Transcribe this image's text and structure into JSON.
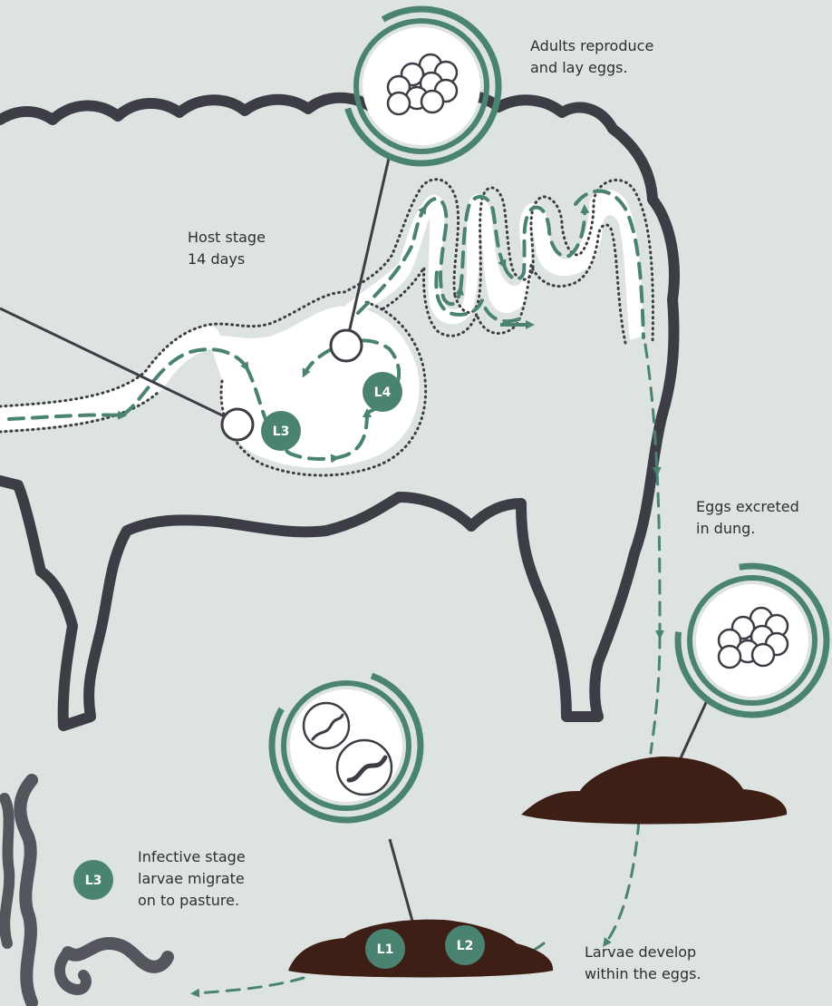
{
  "captions": {
    "adults_reproduce": [
      "Adults reproduce",
      "and lay eggs."
    ],
    "host_stage": [
      "Host stage",
      "14 days"
    ],
    "eggs_excreted": [
      "Eggs excreted",
      "in dung."
    ],
    "infective_stage": [
      "Infective stage",
      "larvae migrate",
      "on to pasture."
    ],
    "larvae_develop": [
      "Larvae develop",
      "within the eggs."
    ]
  },
  "badges": {
    "l3_host": "L3",
    "l4_host": "L4",
    "l1_dung": "L1",
    "l2_dung": "L2",
    "l3_pasture": "L3"
  },
  "colors": {
    "background": "#dde3e1",
    "sheep_outline": "#3d3d45",
    "accent_green": "#4a8371",
    "dung_brown": "#3e1f16",
    "worm_grey": "#55555d",
    "white": "#ffffff"
  },
  "icons": {
    "egg_cluster": "egg-cluster-icon",
    "larva_in_egg": "larva-in-egg-icon",
    "worm": "worm-icon"
  }
}
